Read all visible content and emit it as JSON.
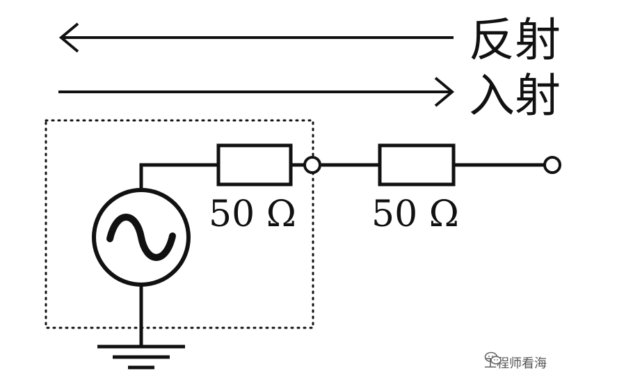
{
  "arrows": {
    "reflected_label": "反射",
    "incident_label": "入射"
  },
  "resistors": {
    "source_resistor_label": "50 Ω",
    "load_resistor_label": "50 Ω"
  },
  "watermark": {
    "text": "工程师看海",
    "icon": "wechat-chat-icon"
  },
  "colors": {
    "line": "#111111",
    "background": "#ffffff",
    "watermark": "#555555"
  }
}
